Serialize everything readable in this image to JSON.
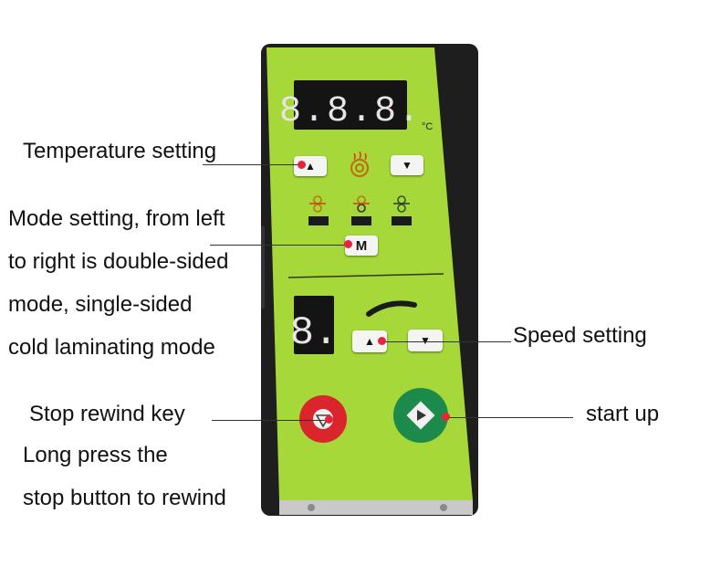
{
  "panel": {
    "temperature_display": "8.8.8.",
    "temperature_unit": "°C",
    "speed_display": "8.",
    "mode_key_label": "M",
    "temp_up_key_label": "▲",
    "temp_down_key_label": "▼",
    "speed_up_key_label": "▲",
    "speed_down_key_label": "▼"
  },
  "callouts": {
    "temperature_setting": "Temperature setting",
    "mode_setting_line1": "Mode setting, from left",
    "mode_setting_line2": "to right is double-sided",
    "mode_setting_line3": "mode, single-sided",
    "mode_setting_line4": "cold laminating mode",
    "speed_setting": "Speed setting",
    "stop_rewind_key": "Stop rewind key",
    "stop_note_line1": "Long press the",
    "stop_note_line2": "stop button to rewind",
    "start_up": "start up"
  },
  "colors": {
    "panel_green": "#a6d83a",
    "display_red": "#e8e4e4",
    "callout_dot": "#e8243c",
    "stop_button": "#d9252b",
    "start_button": "#1c8a4a"
  }
}
